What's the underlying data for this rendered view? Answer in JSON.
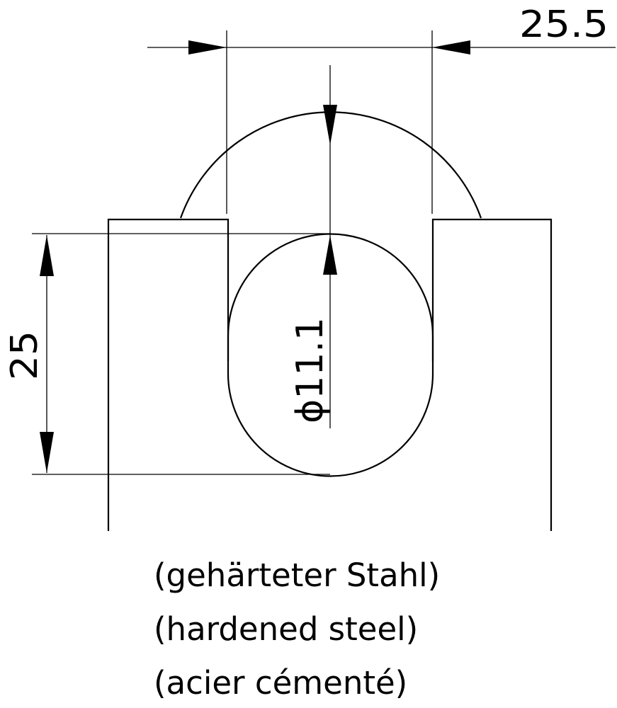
{
  "dimensions": {
    "width_label": "25.5",
    "height_label": "25",
    "diameter_label": "ϕ11.1"
  },
  "captions": {
    "german": "(gehärteter Stahl)",
    "english": "(hardened steel)",
    "french": "(acier cémenté)"
  },
  "colors": {
    "line": "#000000",
    "background": "#ffffff"
  }
}
